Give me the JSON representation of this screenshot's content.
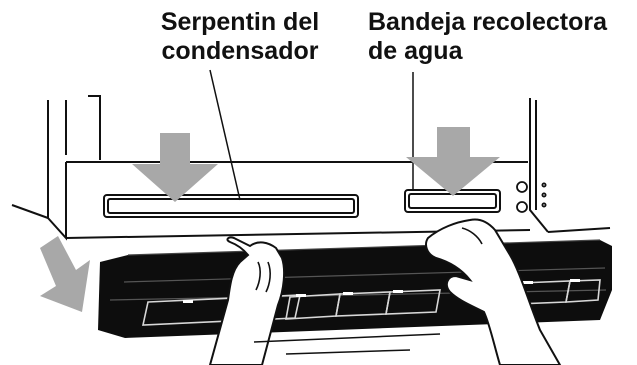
{
  "labels": {
    "condenser": {
      "line1": "Serpentin del",
      "line2": "condensador"
    },
    "drain_pan": {
      "line1": "Bandeja recolectora",
      "line2": "de agua"
    }
  },
  "colors": {
    "arrow_fill": "#a8a8a8",
    "grille_fill": "#0d0d0d",
    "line": "#111111",
    "background": "#ffffff"
  },
  "icons": {
    "arrow_left": "gray-down-arrow-icon",
    "arrow_right": "gray-down-arrow-icon",
    "arrow_diagonal": "gray-diagonal-arrow-icon"
  }
}
